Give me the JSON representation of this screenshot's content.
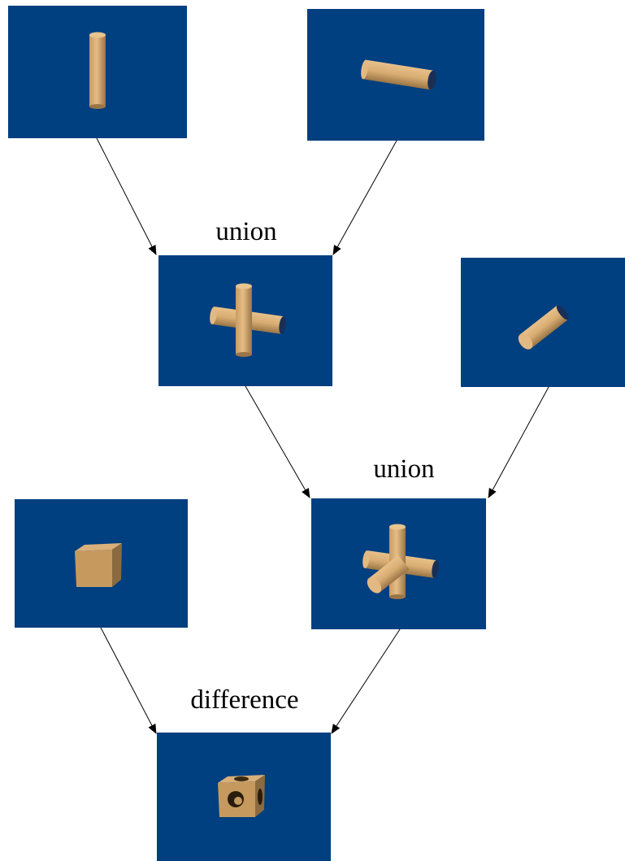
{
  "colors": {
    "panel_background": "#003f80",
    "shape_light": "#e0b57c",
    "shape_mid": "#c79a60",
    "shape_dark": "#8a6a3e",
    "edge": "#000000"
  },
  "nodes": {
    "cylinder_vertical": {
      "shape": "cylinder"
    },
    "cylinder_horizontal": {
      "shape": "cylinder"
    },
    "union_1": {
      "shape": "cross of two cylinders",
      "label": "union"
    },
    "cylinder_depth": {
      "shape": "cylinder"
    },
    "union_2": {
      "shape": "three-axis cylinder cross",
      "label": "union"
    },
    "cube": {
      "shape": "cube"
    },
    "difference": {
      "shape": "cube with cylindrical holes",
      "label": "difference"
    }
  },
  "edges": [
    {
      "from": "cylinder_vertical",
      "to": "union_1"
    },
    {
      "from": "cylinder_horizontal",
      "to": "union_1"
    },
    {
      "from": "union_1",
      "to": "union_2"
    },
    {
      "from": "cylinder_depth",
      "to": "union_2"
    },
    {
      "from": "cube",
      "to": "difference"
    },
    {
      "from": "union_2",
      "to": "difference"
    }
  ]
}
